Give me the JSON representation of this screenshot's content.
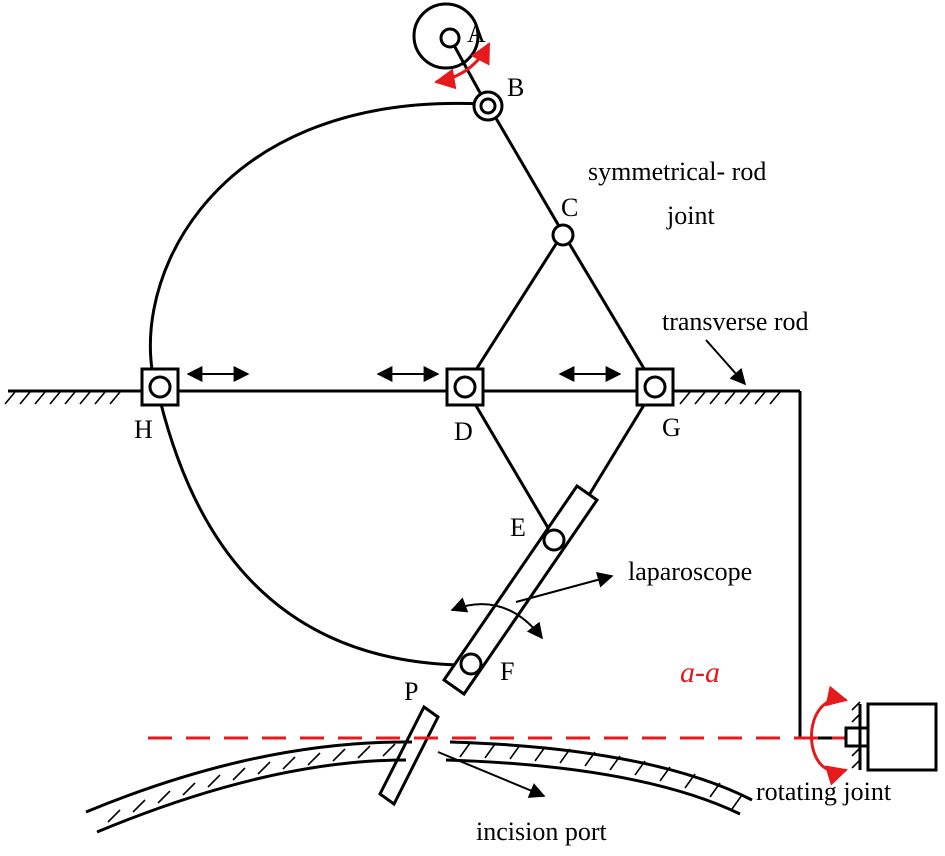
{
  "colors": {
    "line": "#000000",
    "accent": "#e41a1c",
    "background": "#ffffff"
  },
  "points": {
    "A": "A",
    "B": "B",
    "C": "C",
    "D": "D",
    "E": "E",
    "F": "F",
    "G": "G",
    "H": "H",
    "P": "P"
  },
  "labels": {
    "symmetrical_rod_line1": "symmetrical- rod",
    "symmetrical_rod_line2": "joint",
    "transverse_rod": "transverse rod",
    "laparoscope": "laparoscope",
    "section": "a-a",
    "rotating_joint": "rotating joint",
    "incision_port": "incision port"
  }
}
